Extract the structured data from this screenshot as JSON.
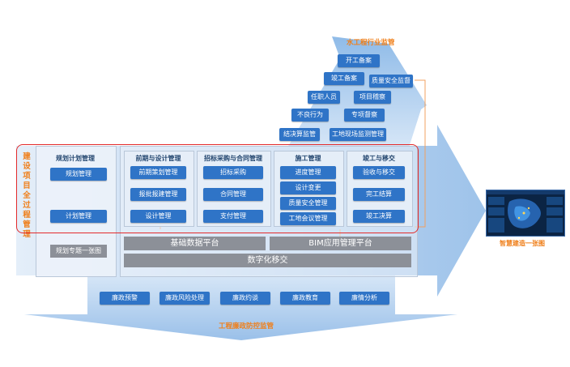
{
  "top_section": {
    "title": "水工程行业监管",
    "items": [
      "开工备案",
      "竣工备案",
      "质量安全监督",
      "任职人员",
      "项目稽察",
      "不良行为",
      "专项督察",
      "结决算监管",
      "工地现场监测管理"
    ]
  },
  "left_vertical_label": "建设项目全过程管理",
  "planning": {
    "title": "规划计划管理",
    "items": [
      "规划管理",
      "计划管理"
    ],
    "footer": "规划专题一张图"
  },
  "columns": [
    {
      "title": "前期与设计管理",
      "items": [
        "前期策划管理",
        "报批报建管理",
        "设计管理"
      ]
    },
    {
      "title": "招标采购与合同管理",
      "items": [
        "招标采购",
        "合同管理",
        "支付管理"
      ]
    },
    {
      "title": "施工管理",
      "items": [
        "进度管理",
        "设计变更",
        "质量安全管理",
        "工地会议管理"
      ]
    },
    {
      "title": "竣工与移交",
      "items": [
        "验收与移交",
        "完工结算",
        "竣工决算"
      ]
    }
  ],
  "platforms": {
    "basic_data": "基础数据平台",
    "bim": "BIM应用管理平台",
    "digital": "数字化移交"
  },
  "bottom_section": {
    "items": [
      "廉政预警",
      "廉政风险处理",
      "廉政约谈",
      "廉政教育",
      "廉情分析"
    ],
    "title": "工程廉政防控监管"
  },
  "dashboard": {
    "caption": "智慧建造一张图"
  },
  "colors": {
    "arrow": "#bcd4ee",
    "button": "#2f74c7",
    "accent": "#ef7f1a",
    "frame": "#e32b2b",
    "platform": "#8c9098"
  }
}
